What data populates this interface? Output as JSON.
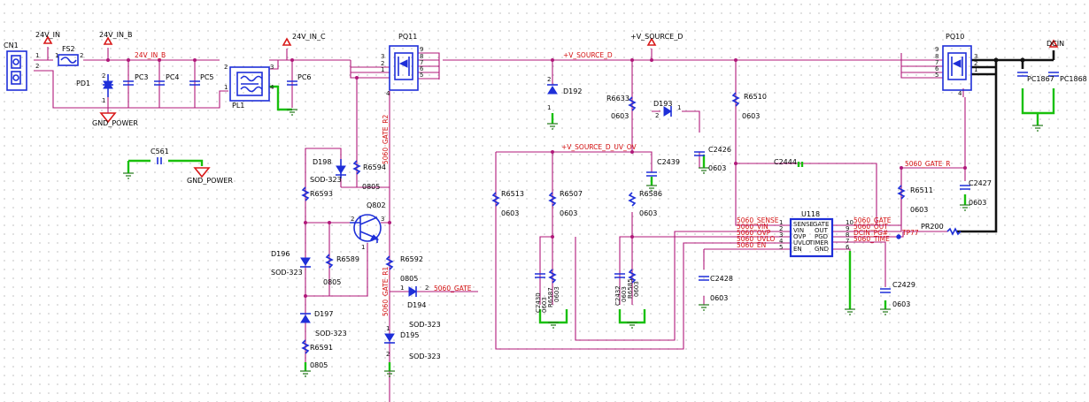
{
  "nets": {
    "v24_in": "24V_IN",
    "v24_in_b": "24V_IN_B",
    "v24_in_b_wire": "24V_IN_B",
    "v24_in_c": "24V_IN_C",
    "source_d_wire": "+V_SOURCE_D",
    "source_d_top": "+V_SOURCE_D",
    "source_d_uv_ov": "+V_SOURCE_D_UV_OV",
    "gate_r2": "5060_GATE_R2",
    "gate_r1": "5060_GATE_R1",
    "gate_r": "5060_GATE_R",
    "gate_in": "5060_GATE",
    "dcin": "DCIN",
    "gnd_power_1": "GND_POWER",
    "gnd_power_2": "GND_POWER",
    "sense": "5060_SENSE",
    "vin": "5060_VIN",
    "ovp": "5060_OVP",
    "uvlo": "5060_UVLO",
    "en": "5060_EN",
    "gate_out": "5060_GATE",
    "out_net": "5060_OUT",
    "dcin_pg": "DCIN_PG#",
    "timer_net": "5060_TIME"
  },
  "components": {
    "cn1": {
      "ref": "CN1",
      "p1": "1",
      "p2": "2"
    },
    "fs2": {
      "ref": "FS2",
      "p1": "1",
      "p2": "2"
    },
    "pd1": {
      "ref": "PD1",
      "p1": "1",
      "p2": "2"
    },
    "pc3": {
      "ref": "PC3"
    },
    "pc4": {
      "ref": "PC4"
    },
    "pc5": {
      "ref": "PC5"
    },
    "pl1": {
      "ref": "PL1",
      "p1": "1",
      "p2": "2",
      "p3": "3",
      "p4": "4"
    },
    "pc6": {
      "ref": "PC6"
    },
    "pq11": {
      "ref": "PQ11",
      "p3": "3",
      "p2": "2",
      "p1": "1",
      "p4": "4",
      "p9": "9",
      "p8": "8",
      "p7": "7",
      "p6": "6",
      "p5": "5"
    },
    "pq10": {
      "ref": "PQ10",
      "p9": "9",
      "p8": "8",
      "p7": "7",
      "p6": "6",
      "p5": "5",
      "p3": "3",
      "p2": "2",
      "p1": "1",
      "p4": "4"
    },
    "c561": {
      "ref": "C561"
    },
    "d198": {
      "ref": "D198",
      "pkg": "SOD-323"
    },
    "r6594": {
      "ref": "R6594",
      "val": "0805"
    },
    "r6593": {
      "ref": "R6593"
    },
    "q802": {
      "ref": "Q802",
      "p1": "1",
      "p2": "2",
      "p3": "3"
    },
    "d196": {
      "ref": "D196",
      "pkg": "SOD-323"
    },
    "r6589": {
      "ref": "R6589",
      "val": "0805"
    },
    "d197": {
      "ref": "D197",
      "pkg": "SOD-323"
    },
    "r6591": {
      "ref": "R6591",
      "val": "0805"
    },
    "r6592": {
      "ref": "R6592",
      "val": "0805"
    },
    "d194": {
      "ref": "D194",
      "pkg": "SOD-323",
      "p1": "1",
      "p2": "2"
    },
    "d195": {
      "ref": "D195",
      "pkg": "SOD-323",
      "p1": "1",
      "p2": "2"
    },
    "d192": {
      "ref": "D192",
      "p1": "1",
      "p2": "2"
    },
    "r6633": {
      "ref": "R6633",
      "val": "0603"
    },
    "d193": {
      "ref": "D193",
      "p1": "1",
      "p2": "2"
    },
    "c2426": {
      "ref": "C2426",
      "val": "0603"
    },
    "c2439": {
      "ref": "C2439"
    },
    "r6510": {
      "ref": "R6510",
      "val": "0603"
    },
    "r6513": {
      "ref": "R6513",
      "val": "0603"
    },
    "r6507": {
      "ref": "R6507",
      "val": "0603"
    },
    "r6586": {
      "ref": "R6586",
      "val": "0603"
    },
    "c2430": {
      "ref": "C2430",
      "val": "0603"
    },
    "r6587": {
      "ref": "R6587",
      "val": "0603"
    },
    "c2432": {
      "ref": "C2432",
      "val": "0603"
    },
    "r6585": {
      "ref": "R6585",
      "val": "0603"
    },
    "c2428": {
      "ref": "C2428",
      "val": "0603"
    },
    "c2444": {
      "ref": "C2444"
    },
    "r6511": {
      "ref": "R6511",
      "val": "0603"
    },
    "c2427": {
      "ref": "C2427",
      "val": "0603"
    },
    "c2429": {
      "ref": "C2429",
      "val": "0603"
    },
    "tp77": {
      "ref": "TP77"
    },
    "pr200": {
      "ref": "PR200"
    },
    "pc1867": {
      "ref": "PC1867"
    },
    "pc1868": {
      "ref": "PC1868"
    },
    "u118": {
      "ref": "U118",
      "left_pins": [
        {
          "num": "1",
          "name": "SENSE"
        },
        {
          "num": "2",
          "name": "VIN"
        },
        {
          "num": "3",
          "name": "OVP"
        },
        {
          "num": "4",
          "name": "UVLO"
        },
        {
          "num": "5",
          "name": "EN"
        }
      ],
      "right_pins": [
        {
          "num": "10",
          "name": "GATE"
        },
        {
          "num": "9",
          "name": "OUT"
        },
        {
          "num": "8",
          "name": "PGD"
        },
        {
          "num": "7",
          "name": "TIMER"
        },
        {
          "num": "6",
          "name": "GND"
        }
      ]
    }
  },
  "colors": {
    "wire": "#b0187a",
    "power_wire": "#111111",
    "ground_wire": "#19c00c",
    "component": "#1e2fd8",
    "net_label": "#d41010",
    "ground_symbol": "#2a7d22",
    "power_ground_symbol": "#d81818"
  }
}
